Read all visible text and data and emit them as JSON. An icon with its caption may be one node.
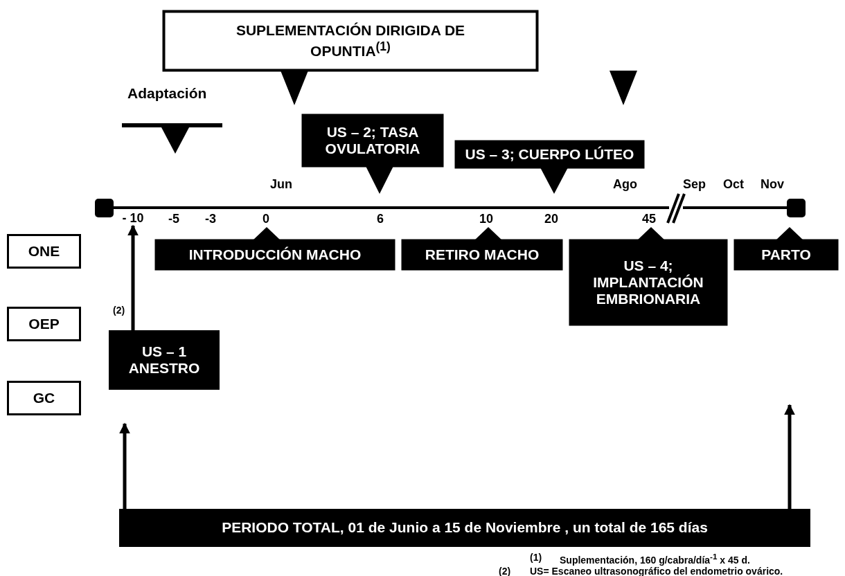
{
  "diagram": {
    "nodes": [
      {
        "text": [
          "SUPLEMENTACIÓN DIRIGIDA DE OPUNTIA$^{(1)}$"
        ]
      },
      {
        "text": [
          "Adaptación"
        ]
      },
      {
        "text": [
          "US – 2; TASA OVULATORIA"
        ]
      },
      {
        "text": [
          "US – 3; CUERPO LÚTEO"
        ]
      },
      {
        "text": [
          "INTRODUCCIÓN MACHO"
        ]
      },
      {
        "text": [
          "RETIRO MACHO"
        ]
      },
      {
        "text": [
          "US – 4; IMPLANTACIÓN EMBRIONARIA"
        ]
      },
      {
        "text": [
          "PARTO"
        ]
      },
      {
        "text": [
          "ONE"
        ]
      },
      {
        "text": [
          "OEP"
        ]
      },
      {
        "text": [
          "GC"
        ]
      },
      {
        "text": [
          "US – 1 ANESTRO"
        ],
        "beside": [
          "(2)"
        ]
      },
      {
        "text": [
          "PERIODO TOTAL, 01 de Junio a 15 de Noviembre , un total de 165 días"
        ]
      },
      {
        "text": [
          "- 10"
        ]
      }
    ],
    "edges": [
      {
        "from": 11,
        "to": 13,
        "arrow": "to"
      },
      {
        "from": 12,
        "to": null,
        "arrow": "to"
      },
      {
        "from": 12,
        "to": null,
        "arrow": "to"
      }
    ],
    "labels": [
      "Jun",
      "Ago",
      "Sep",
      "Oct",
      "Nov",
      "-5",
      "-3",
      "0",
      "6",
      "10",
      "20",
      "45",
      "(1)",
      "Suplementación, 160 g/cabra/día$^{-1}$ x 45 d.",
      "(2)",
      "US= Escaneo ultrasonográfico del endometrio ovárico."
    ]
  }
}
